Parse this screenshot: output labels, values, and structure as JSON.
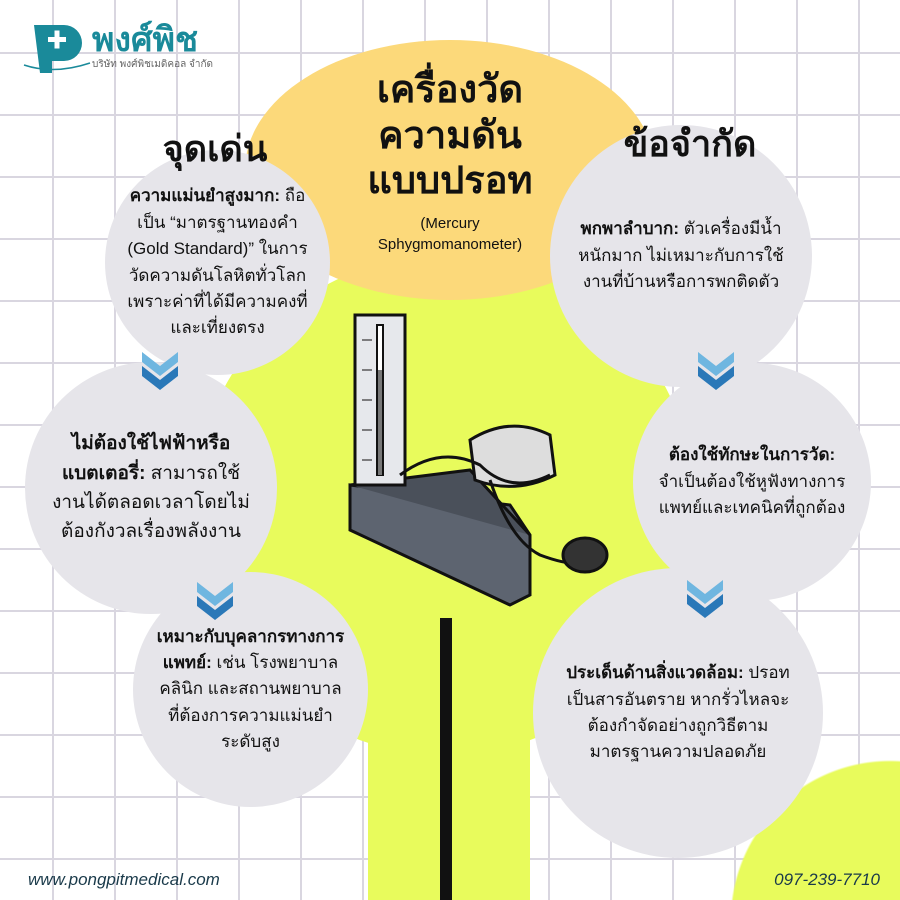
{
  "brand": {
    "name": "พงศ์พิช",
    "subtitle": "บริษัท พงศ์พิชเมดิคอล จำกัด"
  },
  "title": {
    "line1": "เครื่องวัด",
    "line2": "ความดัน",
    "line3": "แบบปรอท",
    "english": "(Mercury Sphygmomanometer)"
  },
  "pros": {
    "heading": "จุดเด่น",
    "items": [
      {
        "bold": "ความแม่นยำสูงมาก:",
        "text": " ถือเป็น “มาตรฐานทองคำ (Gold Standard)” ในการวัดความดันโลหิตทั่วโลก เพราะค่าที่ได้มีความคงที่และเที่ยงตรง"
      },
      {
        "bold": "ไม่ต้องใช้ไฟฟ้าหรือแบตเตอรี่:",
        "text": " สามารถใช้งานได้ตลอดเวลาโดยไม่ต้องกังวลเรื่องพลังงาน"
      },
      {
        "bold": "เหมาะกับบุคลากรทางการแพทย์:",
        "text": " เช่น โรงพยาบาล คลินิก และสถานพยาบาลที่ต้องการความแม่นยำระดับสูง"
      }
    ]
  },
  "cons": {
    "heading": "ข้อจำกัด",
    "items": [
      {
        "bold": "พกพาลำบาก:",
        "text": " ตัวเครื่องมีน้ำหนักมาก ไม่เหมาะกับการใช้งานที่บ้านหรือการพกติดตัว"
      },
      {
        "bold": "ต้องใช้ทักษะในการวัด:",
        "text": " จำเป็นต้องใช้หูฟังทางการแพทย์และเทคนิคที่ถูกต้อง"
      },
      {
        "bold": "ประเด็นด้านสิ่งแวดล้อม:",
        "text": " ปรอทเป็นสารอันตราย หากรั่วไหลจะต้องกำจัดอย่างถูกวิธีตามมาตรฐานความปลอดภัย"
      }
    ]
  },
  "footer": {
    "website": "www.pongpitmedical.com",
    "phone": "097-239-7710"
  },
  "colors": {
    "lime": "#e8fb5c",
    "yellow": "#fcd97a",
    "circle": "#e6e5ea",
    "teal": "#1a8a9a",
    "chevron": "#2a78b8"
  }
}
